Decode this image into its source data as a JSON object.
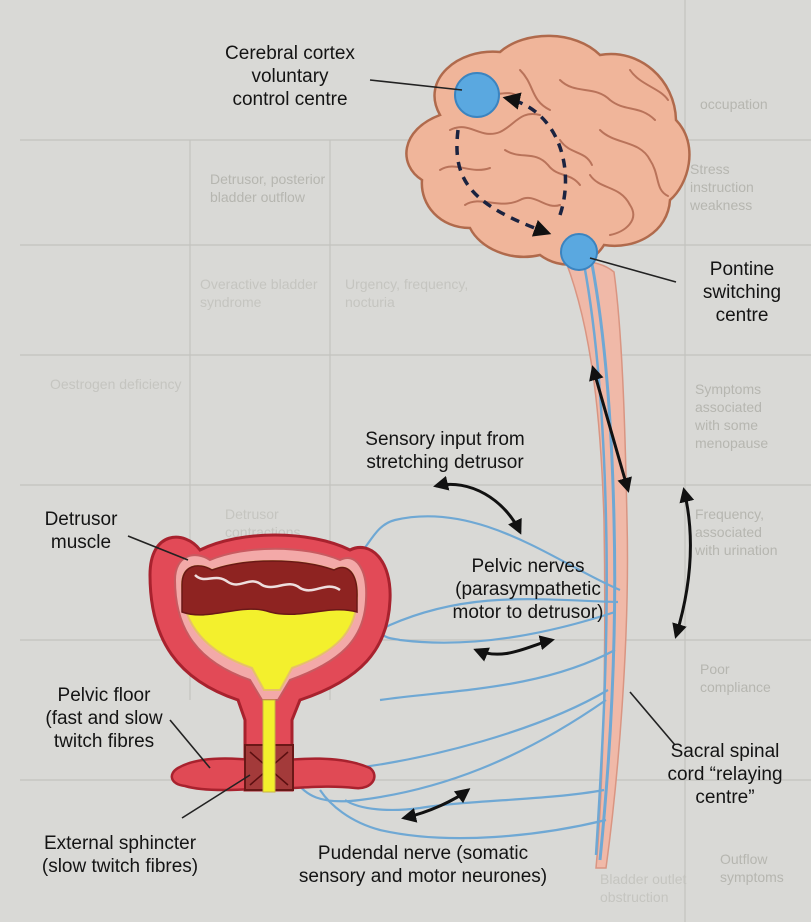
{
  "labels": {
    "cortex": "Cerebral cortex\nvoluntary\ncontrol centre",
    "pontine": "Pontine\nswitching\ncentre",
    "sensory": "Sensory input from\nstretching detrusor",
    "detrusor": "Detrusor\nmuscle",
    "pelvic_nerves": "Pelvic nerves\n(parasympathetic\nmotor to detrusor)",
    "pelvic_floor": "Pelvic floor\n(fast and slow\ntwitch fibres",
    "sacral": "Sacral spinal\ncord “relaying\ncentre”",
    "sphincter": "External sphincter\n(slow twitch fibres)",
    "pudendal": "Pudendal nerve (somatic\nsensory and motor neurones)"
  },
  "background_text": {
    "r1": "occupation",
    "r2a": "Stress\ninstruction\nweakness",
    "r2b": "Detrusor, posterior\nbladder outflow",
    "r3a": "Overactive bladder\nsyndrome",
    "r3b": "Urgency, frequency,\nnocturia",
    "r4a": "Symptoms\nassociated\nwith some\nmenopause",
    "r4b": "Oestrogen deficiency",
    "r5a": "Frequency,\nassociated\nwith urination",
    "r5b": "Detrusor\ncontractions",
    "r6": "Poor\ncompliance",
    "r7a": "Outflow\nsymptoms",
    "r7b": "Bladder outlet\nobstruction"
  },
  "colors": {
    "paper": "#d9d9d6",
    "brain_fill": "#f0b59a",
    "brain_stroke": "#b06a4c",
    "centre": "#5aa8e0",
    "nerve": "#6fa8d4",
    "cord": "#f0b9a8",
    "bladder_wall": "#e24a57",
    "bladder_lining": "#f3a9a8",
    "urine_dark": "#8e2321",
    "urine_yellow": "#f3f02d",
    "arrow": "#111111"
  },
  "icons": [
    "brain-illustration",
    "bladder-illustration",
    "spinal-cord-illustration",
    "double-headed-arrow"
  ]
}
